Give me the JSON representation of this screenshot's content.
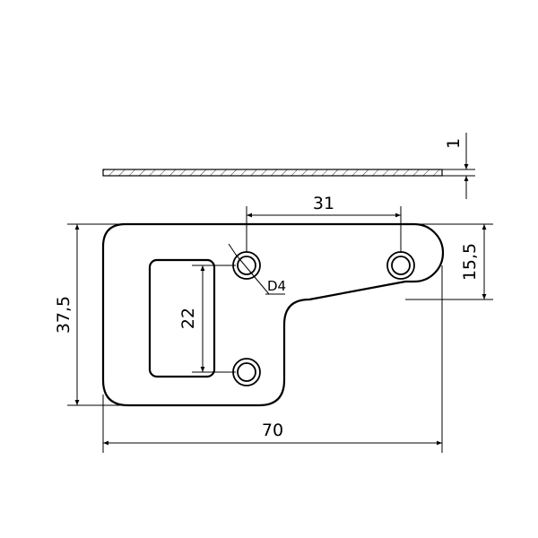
{
  "drawing": {
    "dimensions": {
      "thickness": "1",
      "hole_spacing": "31",
      "right_tab_height": "15,5",
      "total_height": "37,5",
      "slot_height": "22",
      "total_width": "70"
    },
    "hole_label": "D4"
  }
}
